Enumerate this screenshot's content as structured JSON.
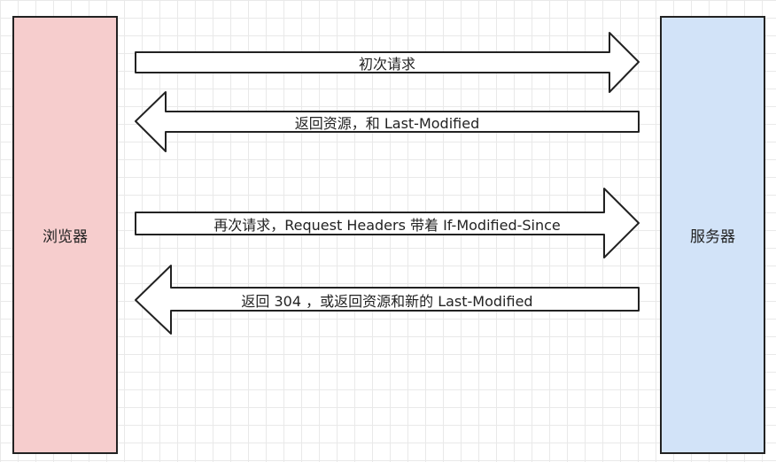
{
  "colors": {
    "browser_fill": "#f6cdcd",
    "server_fill": "#d2e3f8",
    "stroke": "#222222",
    "arrow_fill": "#ffffff"
  },
  "browser": {
    "label": "浏览器"
  },
  "server": {
    "label": "服务器"
  },
  "messages": [
    {
      "direction": "right",
      "label": "初次请求"
    },
    {
      "direction": "left",
      "label": "返回资源，和 Last-Modified"
    },
    {
      "direction": "right",
      "label": "再次请求，Request Headers 带着 If-Modified-Since"
    },
    {
      "direction": "left",
      "label": "返回 304 ，或返回资源和新的 Last-Modified"
    }
  ]
}
